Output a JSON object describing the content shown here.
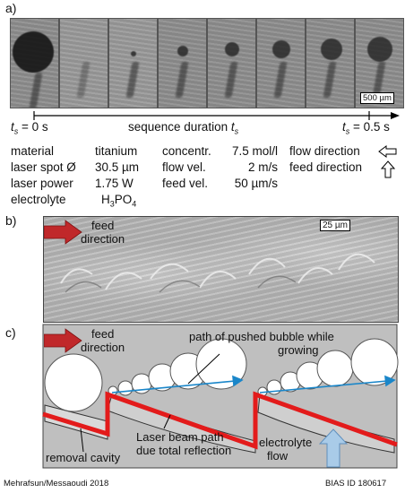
{
  "panel_a": {
    "label": "a)",
    "scale_bar": "500 µm",
    "t_start_var": "t",
    "t_start_sub": "s",
    "t_start_value": " = 0 s",
    "seq_text": "sequence duration ",
    "seq_var": "t",
    "seq_sub": "s",
    "t_end_var": "t",
    "t_end_sub": "s",
    "t_end_value": " = 0.5 s",
    "params": {
      "col1": [
        {
          "label": "material",
          "value": "titanium"
        },
        {
          "label": "laser spot Ø",
          "value": "30.5 µm"
        },
        {
          "label": "laser power",
          "value": "1.75 W"
        },
        {
          "label": "electrolyte",
          "value": "H3PO4"
        }
      ],
      "col2": [
        {
          "label": "concentr.",
          "value": "7.5 mol/l"
        },
        {
          "label": "flow vel.",
          "value": "2 m/s"
        },
        {
          "label": "feed vel.",
          "value": "50 µm/s"
        }
      ],
      "legend": [
        {
          "label": "flow direction",
          "icon": "left-arrow-icon"
        },
        {
          "label": "feed direction",
          "icon": "up-arrow-icon"
        }
      ]
    }
  },
  "panel_b": {
    "label": "b)",
    "feed_line1": "feed",
    "feed_line2": "direction",
    "scale_bar": "25 µm"
  },
  "panel_c": {
    "label": "c)",
    "feed_line1": "feed",
    "feed_line2": "direction",
    "bubble_line1": "path of pushed bubble while",
    "bubble_line2": "growing",
    "laser_line1": "Laser beam path",
    "laser_line2": "due total reflection",
    "removal": "removal cavity",
    "flow_line1": "electrolyte",
    "flow_line2": "flow"
  },
  "colors": {
    "red_arrow": "#c0282a",
    "laser": "#e31b1b",
    "bubble_path": "#1a86c9",
    "flow_arrow": "#a9cbe8",
    "gray_fill": "#bfbfbf"
  },
  "footer": {
    "left": "Mehrafsun/Messaoudi 2018",
    "right": "BIAS ID 180617"
  }
}
